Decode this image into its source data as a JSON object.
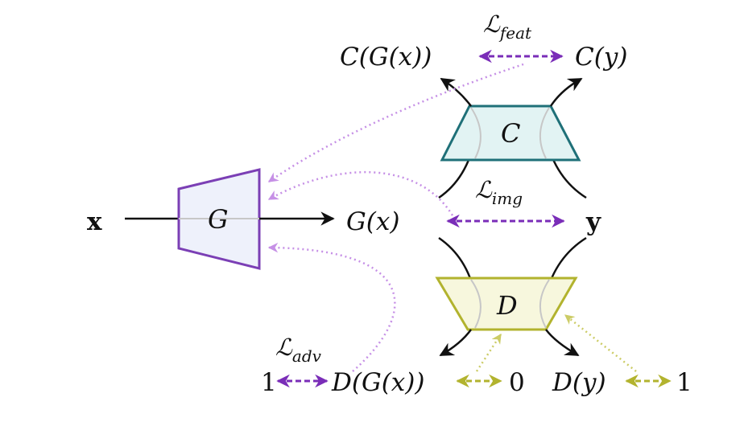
{
  "generator": {
    "label": "G",
    "fill": "#eef1fb",
    "stroke": "#7b3fb5"
  },
  "classifier": {
    "label": "C",
    "fill": "#e2f3f3",
    "stroke": "#1f7078"
  },
  "discriminator": {
    "label": "D",
    "fill": "#f7f7dd",
    "stroke": "#b2b32e"
  },
  "input": {
    "x_label": "x",
    "y_label": "y"
  },
  "nodes": {
    "gx_label": "G(x)",
    "cgx_label": "C(G(x))",
    "cy_label": "C(y)",
    "dgx_label": "D(G(x))",
    "dy_label": "D(y)",
    "target_one_left": "1",
    "target_zero": "0",
    "target_one_right": "1"
  },
  "losses": {
    "feat": {
      "main": "ℒ",
      "sub": "feat"
    },
    "img": {
      "main": "ℒ",
      "sub": "img"
    },
    "adv": {
      "main": "ℒ",
      "sub": "adv"
    }
  },
  "colors": {
    "purple": "#7a2db8",
    "purple_light": "#c690e6",
    "olive": "#b2b32e",
    "olive_light": "#cccc66",
    "black": "#111111"
  }
}
